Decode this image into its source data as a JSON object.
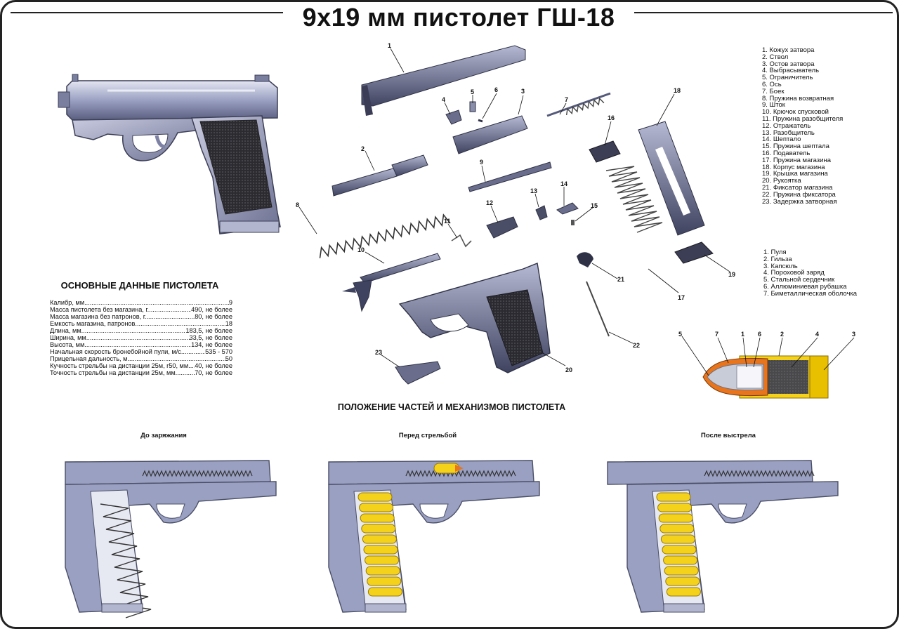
{
  "title": "9x19 мм пистолет ГШ-18",
  "parts_legend": [
    "1. Кожух затвора",
    "2. Ствол",
    "3. Остов затвора",
    "4. Выбрасыватель",
    "5. Ограничитель",
    "6. Ось",
    "7. Боек",
    "8. Пружина возвратная",
    "9. Шток",
    "10. Крючок спусковой",
    "11. Пружина разобщителя",
    "12. Отражатель",
    "13. Разобщитель",
    "14. Шептало",
    "15. Пружина шептала",
    "16. Подаватель",
    "17. Пружина магазина",
    "18. Корпус магазина",
    "19. Крышка магазина",
    "20. Рукоятка",
    "21. Фиксатор магазина",
    "22. Пружина фиксатора",
    "23. Задержка затворная"
  ],
  "cartridge_legend": [
    "1. Пуля",
    "2. Гильза",
    "3. Капсюль",
    "4. Пороховой заряд",
    "5. Стальной сердечник",
    "6. Аллюминиевая рубашка",
    "7. Биметаллическая оболочка"
  ],
  "specs_heading": "ОСНОВНЫЕ ДАННЫЕ ПИСТОЛЕТА",
  "specs": [
    {
      "name": "Калибр, мм.",
      "value": "9"
    },
    {
      "name": "Масса пистолета без магазина, г.",
      "value": "490, не более"
    },
    {
      "name": "Масса магазина без патронов, г.",
      "value": "80, не более"
    },
    {
      "name": "Емкость магазина, патронов.",
      "value": "18"
    },
    {
      "name": "Длина, мм.",
      "value": "183,5, не более"
    },
    {
      "name": "Ширина, мм.",
      "value": "33,5, не более"
    },
    {
      "name": "Высота, мм.",
      "value": "134, не более"
    },
    {
      "name": "Начальная скорость бронебойной пули, м/с.",
      "value": "535 - 570"
    },
    {
      "name": "Прицельная дальность, м.",
      "value": "50"
    },
    {
      "name": "Кучность стрельбы на дистанции 25м, r50, мм.",
      "value": "40, не более"
    },
    {
      "name": "Точность стрельбы на дистанции 25м, мм.",
      "value": "70, не более"
    }
  ],
  "section_heading": "ПОЛОЖЕНИЕ ЧАСТЕЙ И МЕХАНИЗМОВ ПИСТОЛЕТА",
  "stages": [
    "До заряжания",
    "Перед стрельбой",
    "После выстрела"
  ],
  "part_numbers": [
    "1",
    "2",
    "3",
    "4",
    "5",
    "6",
    "7",
    "8",
    "9",
    "10",
    "11",
    "12",
    "13",
    "14",
    "15",
    "16",
    "17",
    "18",
    "19",
    "20",
    "21",
    "22",
    "23"
  ],
  "cartridge_numbers": [
    "5",
    "7",
    "1",
    "6",
    "2",
    "4",
    "3"
  ],
  "colors": {
    "metal": "#9aa0c2",
    "metal_dark": "#4a4e66",
    "grip": "#2b2b30",
    "ammo": "#f4d21c",
    "copper": "#e8741c"
  }
}
